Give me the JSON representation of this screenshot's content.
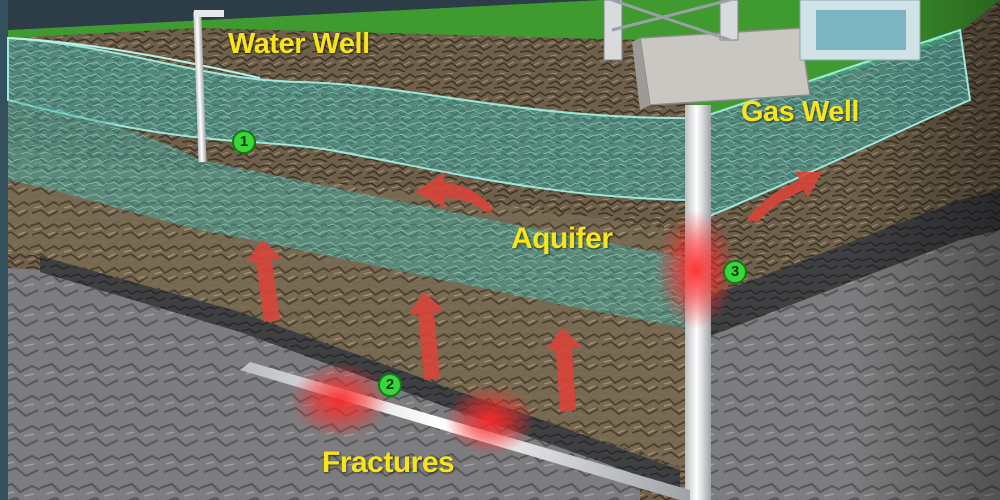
{
  "labels": {
    "water_well": "Water Well",
    "gas_well": "Gas Well",
    "aquifer": "Aquifer",
    "fractures": "Fractures"
  },
  "markers": [
    "1",
    "2",
    "3"
  ],
  "colors": {
    "label_text": "#f6e51a",
    "marker_fill": "#3bd63b",
    "aquifer": "#3fa7a0",
    "leak_glow": "#ff2a2a",
    "arrow": "#d9453a",
    "grass": "#3f9a2f",
    "background": "#2c3d48"
  }
}
